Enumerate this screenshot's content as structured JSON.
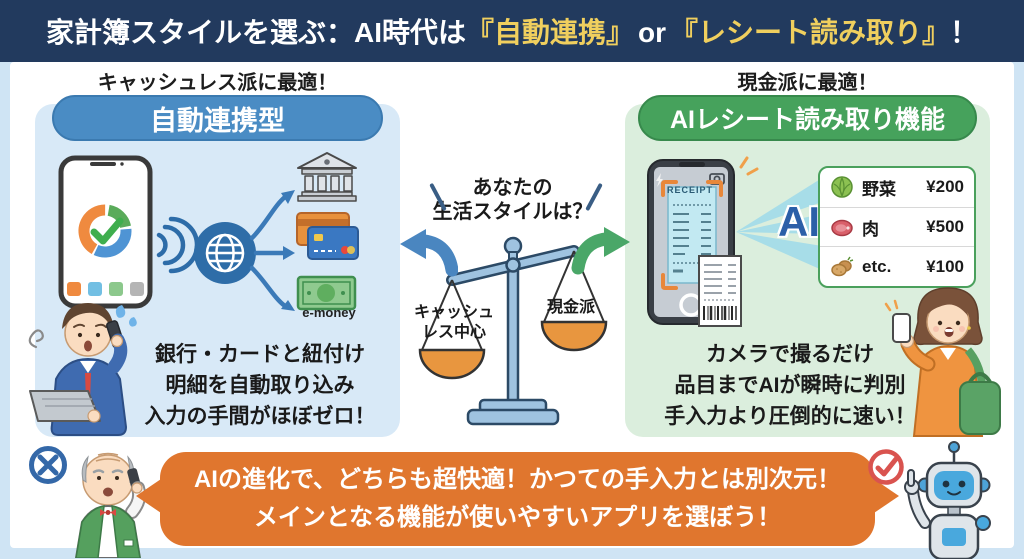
{
  "title": {
    "prefix": "家計簿スタイルを選ぶ：AI時代は",
    "highlight1": "『自動連携』",
    "or": "or",
    "highlight2": "『レシート読み取り』",
    "suffix": "！"
  },
  "left_panel": {
    "tagline": "キャッシュレス派に最適！",
    "pill": "自動連携型",
    "emoney_label": "e-money",
    "desc_line1": "銀行・カードと紐付け",
    "desc_line2": "明細を自動取り込み",
    "desc_line3": "入力の手間がほぼゼロ！",
    "icons": [
      "smartphone-chart-icon",
      "wifi-icon",
      "globe-icon",
      "bank-icon",
      "credit-cards-icon",
      "banknote-icon",
      "stressed-businessman-illustration"
    ]
  },
  "center": {
    "question_line1": "あなたの",
    "question_line2": "生活スタイルは？",
    "cashless_label_line1": "キャッシュ",
    "cashless_label_line2": "レス中心",
    "cash_label": "現金派",
    "icons": [
      "balance-scale-icon",
      "arrow-left-icon",
      "arrow-right-icon"
    ]
  },
  "right_panel": {
    "tagline": "現金派に最適！",
    "pill": "AIレシート読み取り機能",
    "receipt_label": "RECEIPT",
    "ai_label": "AI",
    "items": [
      {
        "icon": "cabbage-icon",
        "name": "野菜",
        "price": "¥200"
      },
      {
        "icon": "meat-icon",
        "name": "肉",
        "price": "¥500"
      },
      {
        "icon": "potato-icon",
        "name": "etc.",
        "price": "¥100"
      }
    ],
    "desc_line1": "カメラで撮るだけ",
    "desc_line2": "品目までAIが瞬時に判別",
    "desc_line3": "手入力より圧倒的に速い！",
    "icons": [
      "smartphone-scan-icon",
      "scan-beam-icon",
      "paper-receipt-icon",
      "woman-shopper-illustration"
    ]
  },
  "bottom": {
    "line1": "AIの進化で、どちらも超快適！かつての手入力とは別次元！",
    "line2": "メインとなる機能が使いやすいアプリを選ぼう！",
    "icons": [
      "old-man-illustration",
      "x-mark-badge",
      "robot-illustration",
      "check-mark-badge"
    ]
  },
  "colors": {
    "banner_bg": "#223a5e",
    "title_highlight": "#f0cf5e",
    "frame_bg": "#cfe4f4",
    "left_panel_bg": "#d8e9f7",
    "left_pill_bg": "#4a8cc4",
    "right_panel_bg": "#dbeedd",
    "right_pill_bg": "#46a25c",
    "bubble_bg": "#e0762e",
    "accent_blue": "#2e6da8",
    "accent_green": "#4aa768"
  }
}
